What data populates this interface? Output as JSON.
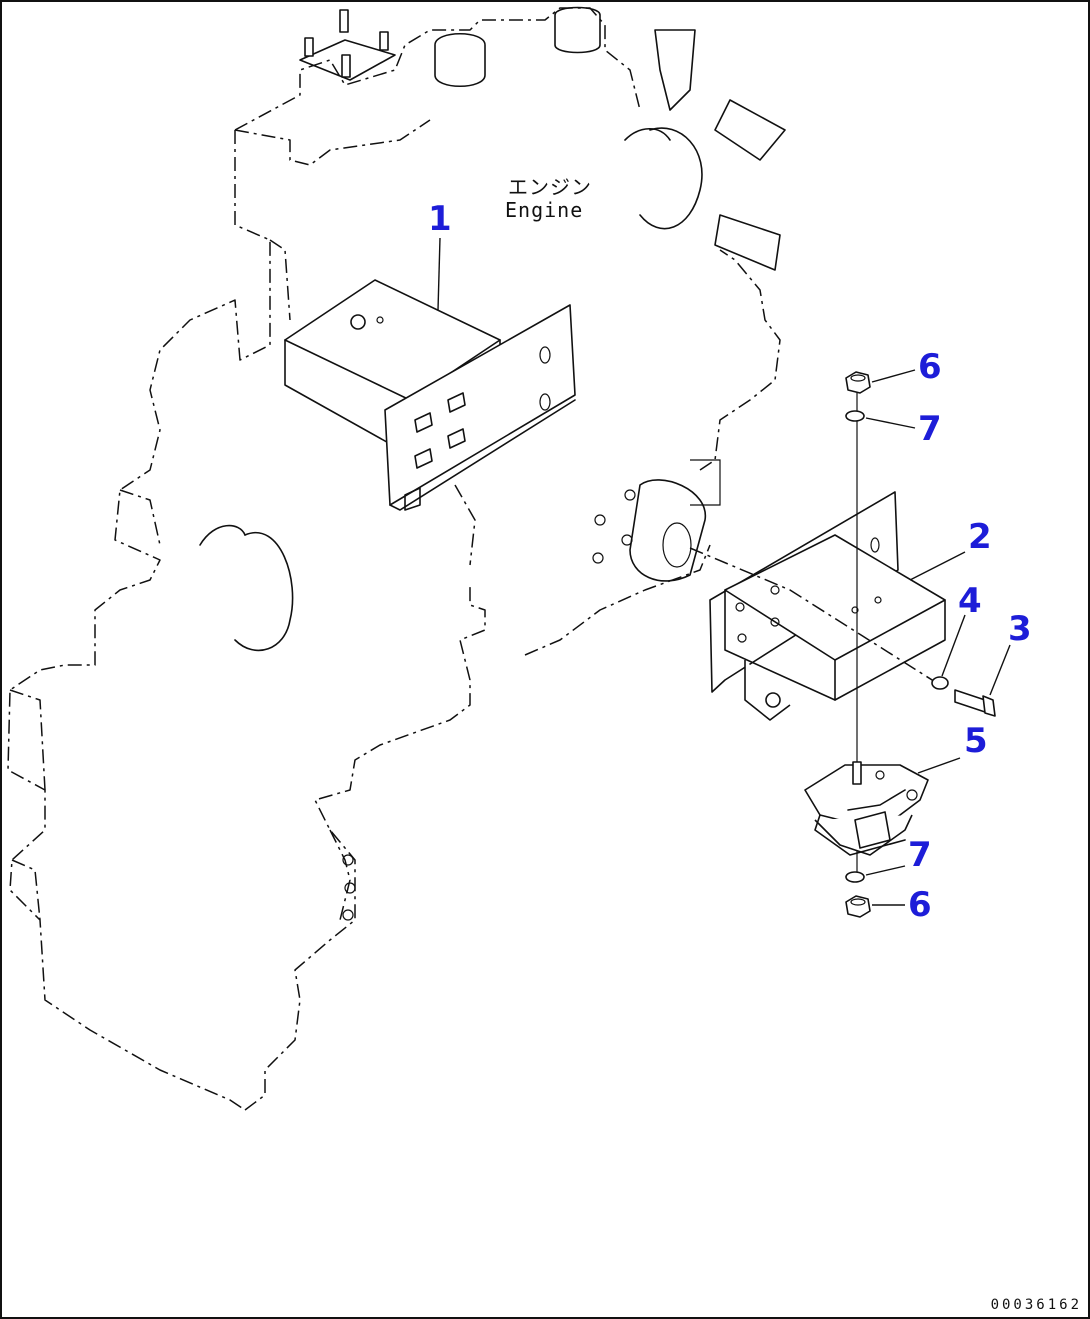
{
  "engine_label": {
    "jp": "エンジン",
    "en": "Engine"
  },
  "callouts": [
    {
      "id": "c1",
      "number": "1"
    },
    {
      "id": "c2",
      "number": "2"
    },
    {
      "id": "c3",
      "number": "3"
    },
    {
      "id": "c4",
      "number": "4"
    },
    {
      "id": "c5",
      "number": "5"
    },
    {
      "id": "c6a",
      "number": "6"
    },
    {
      "id": "c7a",
      "number": "7"
    },
    {
      "id": "c7b",
      "number": "7"
    },
    {
      "id": "c6b",
      "number": "6"
    }
  ],
  "drawing_number": "00036162",
  "colors": {
    "callout": "#1d1dd8",
    "line": "#111111",
    "background": "#ffffff"
  }
}
